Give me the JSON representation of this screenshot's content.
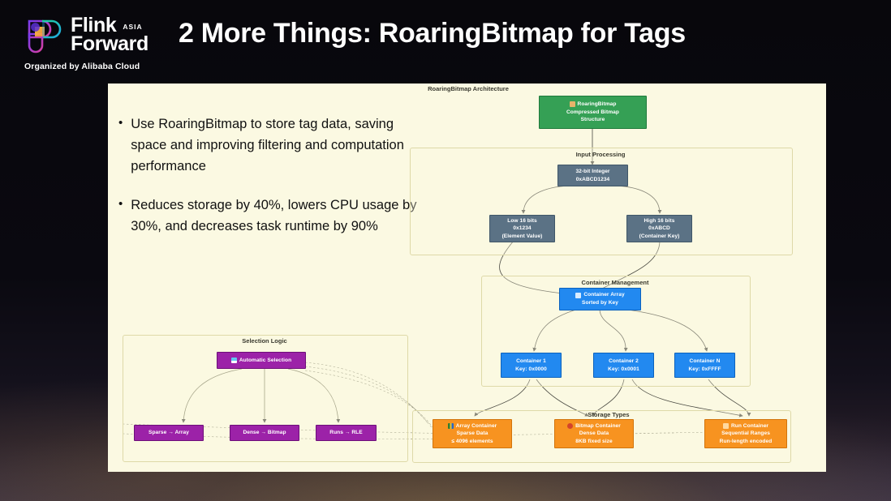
{
  "brand": {
    "name_line1": "Flink",
    "name_line2": "Forward",
    "region": "ASIA",
    "organized_by": "Organized by Alibaba Cloud",
    "logo_icon": "flink-forward-logo-icon"
  },
  "header": {
    "title": "2 More Things: RoaringBitmap for Tags"
  },
  "bullets": [
    {
      "marker": "•",
      "text": "Use RoaringBitmap to store tag data, saving space and improving filtering and computation performance"
    },
    {
      "marker": "•",
      "text": "Reduces storage by 40%, lowers CPU usage by 30%, and decreases task runtime by 90%"
    }
  ],
  "diagram": {
    "title": "RoaringBitmap Architecture",
    "groups": [
      {
        "label": "Input Processing"
      },
      {
        "label": "Container Management"
      },
      {
        "label": "Storage Types"
      },
      {
        "label": "Selection Logic"
      }
    ],
    "nodes": {
      "root": {
        "icon": "bitmap-grid-icon",
        "line1": "RoaringBitmap",
        "line2": "Compressed Bitmap",
        "line3": "Structure",
        "color": "#35a055"
      },
      "integer": {
        "line1": "32-bit Integer",
        "line2": "0xABCD1234",
        "color": "#5b7285"
      },
      "low_bits": {
        "line1": "Low 16 bits",
        "line2": "0x1234",
        "line3": "(Element Value)",
        "color": "#5b7285"
      },
      "high_bits": {
        "line1": "High 16 bits",
        "line2": "0xABCD",
        "line3": "(Container Key)",
        "color": "#5b7285"
      },
      "container_array": {
        "icon": "container-array-icon",
        "line1": "Container Array",
        "line2": "Sorted by Key",
        "color": "#2289f0"
      },
      "container_1": {
        "line1": "Container 1",
        "line2": "Key: 0x0000",
        "color": "#2289f0"
      },
      "container_2": {
        "line1": "Container 2",
        "line2": "Key: 0x0001",
        "color": "#2289f0"
      },
      "container_n": {
        "line1": "Container N",
        "line2": "Key: 0xFFFF",
        "color": "#2289f0"
      },
      "array_container": {
        "icon": "bar-chart-icon",
        "line1": "Array Container",
        "line2": "Sparse Data",
        "line3": "≤ 4096 elements",
        "color": "#f79320"
      },
      "bitmap_container": {
        "icon": "dense-dot-icon",
        "line1": "Bitmap Container",
        "line2": "Dense Data",
        "line3": "8KB fixed size",
        "color": "#f79320"
      },
      "run_container": {
        "icon": "run-range-icon",
        "line1": "Run Container",
        "line2": "Sequential Ranges",
        "line3": "Run-length encoded",
        "color": "#f79320"
      },
      "automatic_selection": {
        "icon": "auto-select-icon",
        "line1": "Automatic Selection",
        "color": "#9c22a8"
      },
      "sparse_rule": {
        "line1": "Sparse → Array",
        "color": "#9c22a8"
      },
      "dense_rule": {
        "line1": "Dense → Bitmap",
        "color": "#9c22a8"
      },
      "runs_rule": {
        "line1": "Runs → RLE",
        "color": "#9c22a8"
      }
    }
  },
  "colors": {
    "panel_background": "#fbf9e2",
    "slide_background": "#08070c",
    "green": "#35a055",
    "slate": "#5b7285",
    "blue": "#2289f0",
    "orange": "#f79320",
    "purple": "#9c22a8",
    "group_border": "#ded9a8"
  }
}
